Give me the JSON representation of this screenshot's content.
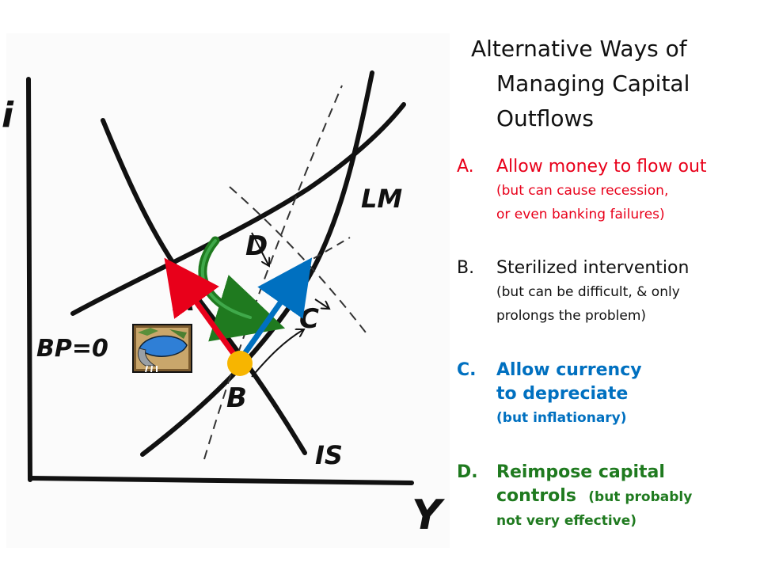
{
  "title": {
    "lines": [
      "Alternative Ways of",
      "Managing Capital",
      "Outflows"
    ]
  },
  "items": [
    {
      "letter": "A.",
      "head": "Allow money to flow out",
      "note_lines": [
        "(but can cause recession,",
        "or even banking failures)"
      ],
      "color": "#e8001a"
    },
    {
      "letter": "B.",
      "head": "Sterilized intervention",
      "note_lines": [
        "(but can be difficult, & only",
        "prolongs the problem)"
      ],
      "color": "#111111"
    },
    {
      "letter": "C.",
      "head_lines": [
        "Allow currency",
        "to depreciate"
      ],
      "note": "(but inflationary)",
      "color": "#0070c0"
    },
    {
      "letter": "D.",
      "head_line1": "Reimpose capital",
      "head_line2": "controls",
      "inline_note": "(but probably",
      "note": "not very effective)",
      "color": "#1f7a1f"
    }
  ],
  "diagram": {
    "axis_y_label": "i",
    "axis_x_label": "Y",
    "curve_labels": {
      "bp": "BP=0",
      "lm": "LM",
      "is": "IS"
    },
    "point_labels": {
      "a": "A",
      "b": "B",
      "c": "C",
      "d": "D"
    },
    "colors": {
      "arrow_a": "#e8001a",
      "arrow_c": "#0070c0",
      "arrow_d": "#1f7a1f",
      "point_b": "#f7b500"
    },
    "icons": [
      "reservoir-dam-icon"
    ]
  }
}
